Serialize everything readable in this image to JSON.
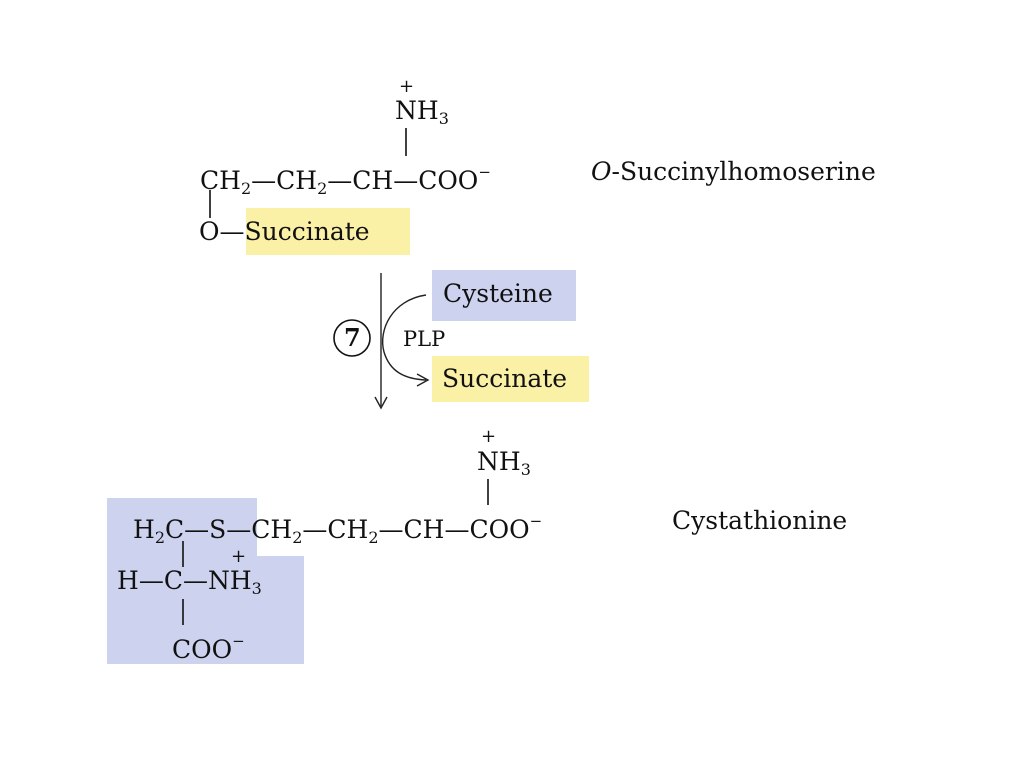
{
  "top": {
    "plus": "+",
    "nh3": "NH",
    "nh3_sub": "3",
    "ch2a": "CH",
    "ch2a_sub": "2",
    "dash1": "—",
    "ch2b": "CH",
    "ch2b_sub": "2",
    "dash2": "—",
    "ch": "CH",
    "dash3": "—",
    "coo": "COO",
    "coo_sup": "−",
    "o": "O",
    "dash4": "—",
    "succinate": "Succinate",
    "name_italic": "O",
    "name_rest": "-Succinylhomoserine"
  },
  "reaction": {
    "step": "7",
    "cofactor": "PLP",
    "reactant": "Cysteine",
    "product": "Succinate"
  },
  "bottom": {
    "plus_top": "+",
    "nh3": "NH",
    "nh3_sub": "3",
    "h2c_h": "H",
    "h2c_sub": "2",
    "h2c_c": "C",
    "dash_s1": "—",
    "s": "S",
    "dash_s2": "—",
    "ch2a": "CH",
    "ch2a_sub": "2",
    "dash1": "—",
    "ch2b": "CH",
    "ch2b_sub": "2",
    "dash2": "—",
    "ch": "CH",
    "dash3": "—",
    "coo": "COO",
    "coo_sup": "−",
    "name": "Cystathionine",
    "h": "H",
    "dash_h": "—",
    "c": "C",
    "dash_n": "—",
    "plus_mid": "+",
    "nh3b": "NH",
    "nh3b_sub": "3",
    "coo2": "COO",
    "coo2_sup": "−"
  },
  "colors": {
    "succinate_highlight": "#faf0a6",
    "cysteine_highlight": "#cdd3ef"
  }
}
